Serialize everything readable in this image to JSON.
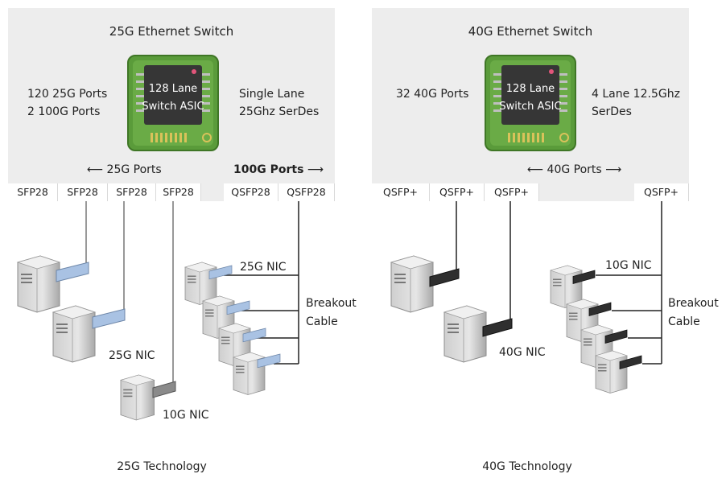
{
  "left": {
    "title": "25G Ethernet Switch",
    "chip_line1": "128 Lane",
    "chip_line2": "Switch ASIC",
    "ports_line1": "120 25G Ports",
    "ports_line2": "2 100G Ports",
    "serdes_line1": "Single Lane",
    "serdes_line2": "25Ghz SerDes",
    "arrow_left_label": "25G Ports",
    "arrow_right_label": "100G Ports",
    "port_labels": [
      "SFP28",
      "SFP28",
      "SFP28",
      "SFP28",
      "QSFP28",
      "QSFP28"
    ],
    "nic_25g_a": "25G NIC",
    "nic_25g_b": "25G NIC",
    "nic_10g": "10G NIC",
    "breakout_line1": "Breakout",
    "breakout_line2": "Cable",
    "caption": "25G Technology"
  },
  "right": {
    "title": "40G Ethernet Switch",
    "chip_line1": "128 Lane",
    "chip_line2": "Switch ASIC",
    "ports_line1": "32 40G Ports",
    "serdes_line1": "4 Lane 12.5Ghz",
    "serdes_line2": "SerDes",
    "arrow_label": "40G Ports",
    "port_labels": [
      "QSFP+",
      "QSFP+",
      "QSFP+",
      "QSFP+"
    ],
    "nic_10g": "10G NIC",
    "nic_40g": "40G NIC",
    "breakout_line1": "Breakout",
    "breakout_line2": "Cable",
    "caption": "40G Technology"
  },
  "colors": {
    "panel": "#ededed",
    "chip_board": "#5a9b3a",
    "chip_body": "#3a3a3a",
    "nic_25g": "#9fb8d8",
    "nic_dark": "#2e2e2e"
  }
}
